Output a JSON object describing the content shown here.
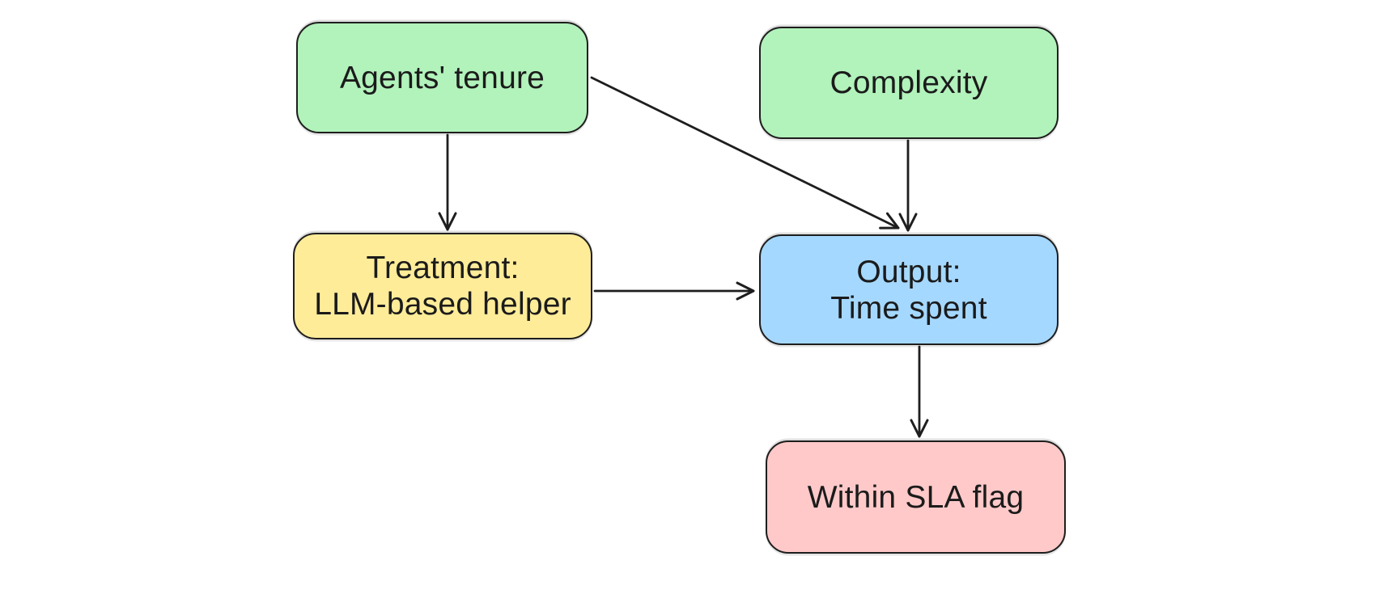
{
  "canvas": {
    "background": "#ffffff",
    "stroke_color": "#1e1e1e",
    "text_color": "#1b1b1b"
  },
  "nodes": {
    "agents_tenure": {
      "label_lines": [
        "Agents' tenure"
      ],
      "fill": "#b2f2bb"
    },
    "complexity": {
      "label_lines": [
        "Complexity"
      ],
      "fill": "#b2f2bb"
    },
    "treatment": {
      "label_lines": [
        "Treatment:",
        "LLM-based helper"
      ],
      "fill": "#ffec99"
    },
    "output": {
      "label_lines": [
        "Output:",
        "Time spent"
      ],
      "fill": "#a5d8ff"
    },
    "within_sla": {
      "label_lines": [
        "Within SLA flag"
      ],
      "fill": "#ffc9c9"
    }
  },
  "edges": [
    {
      "from": "Agents' tenure",
      "to": "Treatment: LLM-based helper"
    },
    {
      "from": "Agents' tenure",
      "to": "Output: Time spent"
    },
    {
      "from": "Complexity",
      "to": "Output: Time spent"
    },
    {
      "from": "Treatment: LLM-based helper",
      "to": "Output: Time spent"
    },
    {
      "from": "Output: Time spent",
      "to": "Within SLA flag"
    }
  ]
}
